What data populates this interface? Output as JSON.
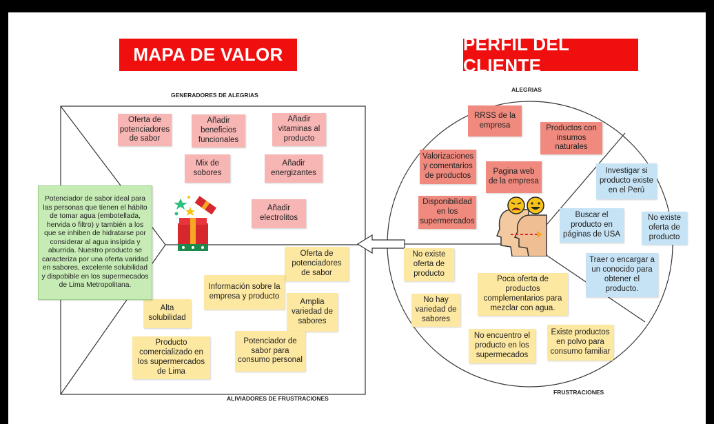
{
  "value_map": {
    "title": "MAPA DE VALOR",
    "gain_creators_label": "GENERADORES DE ALEGRIAS",
    "pain_relievers_label": "ALIVIADORES DE FRUSTRACIONES",
    "gain_creators": [
      "Oferta de potenciadores de sabor",
      "Añadir beneficios funcionales",
      "Añadir vitaminas al producto",
      "Mix de sobores",
      "Añadir energizantes",
      "Añadir electrolitos"
    ],
    "pain_relievers": [
      "Oferta de potenciadores de sabor",
      "Información sobre la empresa y producto",
      "Amplia variedad de sabores",
      "Alta solubilidad",
      "Potenciador de sabor para consumo personal",
      "Producto comercializado en los supermercados de Lima"
    ],
    "value_proposition": "Potenciador de sabor ideal para las personas que tienen el hábito de tomar agua (embotellada, hervida o filtro) y también a los que se inhiben de hidratarse por considerar al agua insípida y aburrida. Nuestro producto se caracteriza por una oferta varidad en sabores, excelente solubilidad y dispobible en los supermecados de Lima Metropolitana.",
    "gift_icon": "gift-box-icon"
  },
  "customer_profile": {
    "title": "PERFIL DEL CLIENTE",
    "gains_label": "ALEGRIAS",
    "pains_label": "FRUSTRACIONES",
    "gains": [
      "RRSS de la empresa",
      "Productos con insumos naturales",
      "Valorizaciones y comentarios de productos",
      "Pagina web de la empresa",
      "Disponibilidad en los supermercados"
    ],
    "jobs": [
      "Investigar si producto existe en el Perú",
      "Buscar el producto en páginas de USA",
      "No existe oferta de producto",
      "Traer o encargar a un conocido para obtener el producto."
    ],
    "pains": [
      "No existe oferta de producto",
      "Poca oferta de productos complementarios para mezclar con agua.",
      "No hay variedad de sabores",
      "No encuentro el producto en los supermecados",
      "Existe productos en polvo para consumo familiar"
    ],
    "customer_icon": "customer-faces-icon"
  },
  "colors": {
    "banner": "#f00f0f",
    "gain_notes": "#f7b5b4",
    "customer_gain_notes": "#f08a7e",
    "pain_notes": "#fde8a2",
    "job_notes": "#c6e3f5",
    "proposition_note": "#c6ebb5"
  }
}
